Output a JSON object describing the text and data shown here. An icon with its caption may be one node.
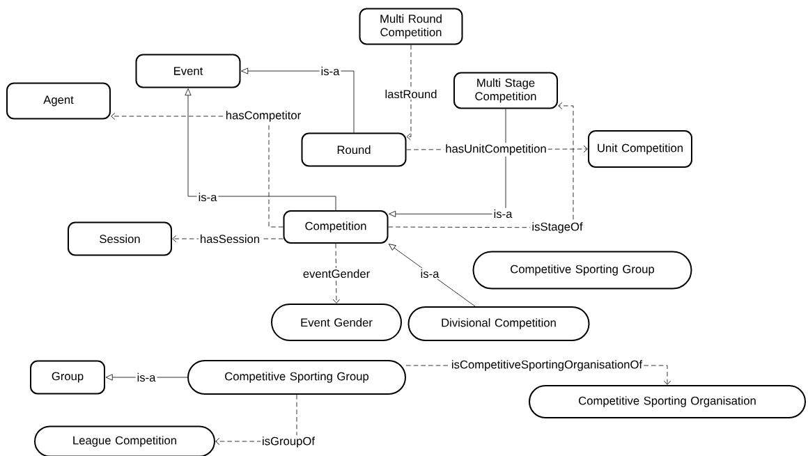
{
  "diagram": {
    "nodes": [
      {
        "text": [
          "Multi Round Competition"
        ]
      },
      {
        "text": [
          "Event"
        ]
      },
      {
        "text": [
          "Agent"
        ]
      },
      {
        "text": [
          "Multi Stage Competition"
        ]
      },
      {
        "text": [
          "Round"
        ]
      },
      {
        "text": [
          "Unit Competition"
        ]
      },
      {
        "text": [
          "Competition"
        ]
      },
      {
        "text": [
          "Session"
        ]
      },
      {
        "text": [
          "Competitive Sporting Group"
        ]
      },
      {
        "text": [
          "Event Gender"
        ]
      },
      {
        "text": [
          "Divisional Competition"
        ]
      },
      {
        "text": [
          "Group"
        ]
      },
      {
        "text": [
          "Competitive Sporting Group"
        ]
      },
      {
        "text": [
          "Competitive Sporting Organisation"
        ]
      },
      {
        "text": [
          "League Competition"
        ]
      }
    ],
    "edges": [
      {
        "from": 4,
        "to": 1,
        "arrow": "to",
        "label": "is-a"
      },
      {
        "from": 6,
        "to": 1,
        "arrow": "to",
        "label": "is-a"
      },
      {
        "from": 6,
        "to": 2,
        "arrow": "to",
        "label": "hasCompetitor",
        "style": "dashed"
      },
      {
        "from": 0,
        "to": 4,
        "arrow": "to",
        "label": "lastRound",
        "style": "dashed"
      },
      {
        "from": 4,
        "to": 5,
        "arrow": "to",
        "label": "hasUnitCompetition",
        "style": "dashed"
      },
      {
        "from": 3,
        "to": 6,
        "arrow": "to",
        "label": "is-a"
      },
      {
        "from": 6,
        "to": 3,
        "arrow": "to",
        "label": "isStageOf",
        "style": "dashed"
      },
      {
        "from": 6,
        "to": 7,
        "arrow": "to",
        "label": "hasSession",
        "style": "dashed"
      },
      {
        "from": 6,
        "to": 9,
        "arrow": "to",
        "label": "eventGender",
        "style": "dashed"
      },
      {
        "from": 10,
        "to": 6,
        "arrow": "to",
        "label": "is-a"
      },
      {
        "from": 12,
        "to": 11,
        "arrow": "to",
        "label": "is-a"
      },
      {
        "from": 12,
        "to": 13,
        "arrow": "to",
        "label": "isCompetitiveSportingOrganisationOf",
        "style": "dashed"
      },
      {
        "from": 12,
        "to": 14,
        "arrow": "to",
        "label": "isGroupOf",
        "style": "dashed"
      }
    ]
  }
}
